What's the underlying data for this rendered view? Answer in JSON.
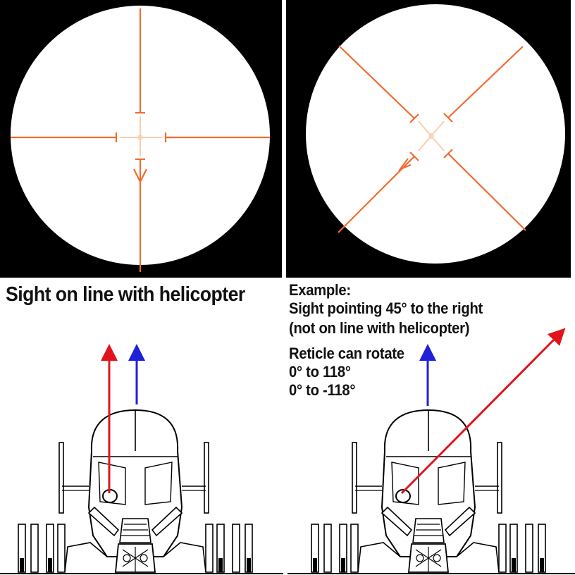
{
  "captions": {
    "on_line": "Sight on line with helicopter",
    "example_heading": "Example:",
    "example_line1": "Sight pointing 45° to the right",
    "example_line2": "(not on line with helicopter)",
    "rotate_line1": "Reticle can rotate",
    "rotate_line2": "0° to 118°",
    "rotate_line3": "0° to -118°"
  },
  "colors": {
    "reticle": "#f36b2c",
    "sight_arrow": "#e0141c",
    "helicopter_arrow": "#2020d8",
    "panel_background": "#000000"
  },
  "sight_angle_deg": 45,
  "reticle_rotation_range_deg": [
    -118,
    118
  ]
}
